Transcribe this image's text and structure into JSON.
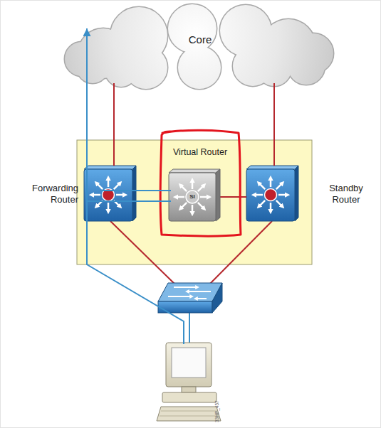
{
  "diagram": {
    "nodes": [
      {
        "text": [
          "Core"
        ]
      },
      {
        "text": [
          "Forwarding Router"
        ]
      },
      {
        "text": [
          "Virtual Router"
        ]
      },
      {
        "text": [
          "Standby Router"
        ]
      }
    ],
    "edges": [
      {
        "from": 0,
        "to": 1,
        "arrow": "none"
      },
      {
        "from": 0,
        "to": 3,
        "arrow": "none"
      },
      {
        "from": 1,
        "to": 0,
        "arrow": "to"
      },
      {
        "from": 1,
        "to": 2,
        "arrow": "none"
      },
      {
        "from": 2,
        "to": 3,
        "arrow": "none"
      }
    ],
    "labels": [
      "SI",
      "33HP_457"
    ]
  }
}
